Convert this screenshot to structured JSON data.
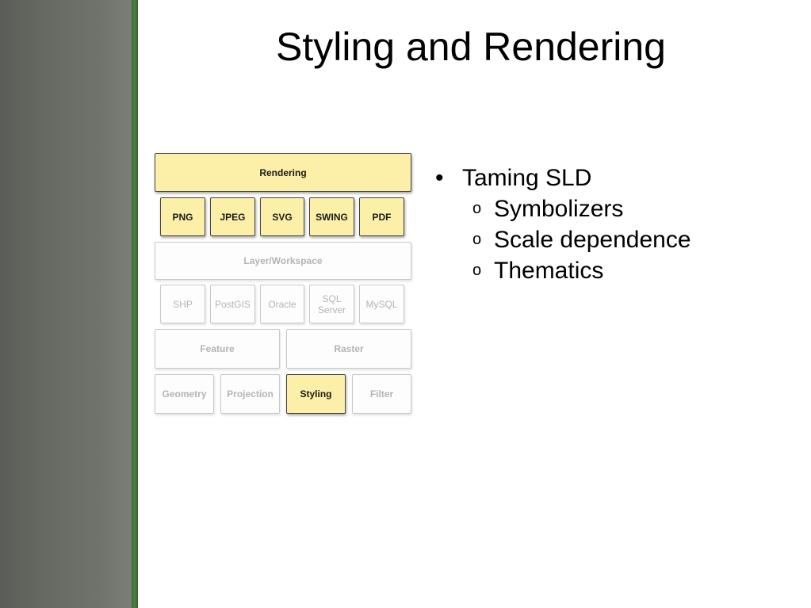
{
  "slide": {
    "title": "Styling and Rendering"
  },
  "diagram": {
    "rendering": "Rendering",
    "outputs": [
      "PNG",
      "JPEG",
      "SVG",
      "SWING",
      "PDF"
    ],
    "layer_workspace": "Layer/Workspace",
    "datastores": [
      "SHP",
      "PostGIS",
      "Oracle",
      "SQL\nServer",
      "MySQL"
    ],
    "feature": "Feature",
    "raster": "Raster",
    "modules": [
      "Geometry",
      "Projection",
      "Styling",
      "Filter"
    ],
    "highlight_color": "#fcf0a8"
  },
  "bullets": {
    "main": "Taming SLD",
    "main_marker": "•",
    "sub_marker": "o",
    "sub": [
      "Symbolizers",
      "Scale dependence",
      "Thematics"
    ]
  }
}
